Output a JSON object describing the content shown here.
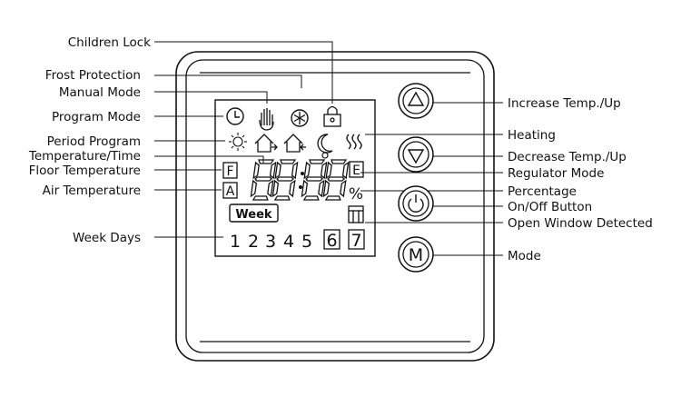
{
  "labels_left": {
    "children_lock": "Children Lock",
    "frost_protection": "Frost Protection",
    "manual_mode": "Manual Mode",
    "program_mode": "Program Mode",
    "period_program": "Period Program",
    "temperature_time": "Temperature/Time",
    "floor_temperature": "Floor Temperature",
    "air_temperature": "Air Temperature",
    "week_days": "Week Days"
  },
  "labels_right": {
    "increase_temp": "Increase Temp./Up",
    "heating": "Heating",
    "decrease_temp": "Decrease Temp./Up",
    "regulator_mode": "Regulator Mode",
    "percentage": "Percentage",
    "on_off_button": "On/Off Button",
    "open_window_detected": "Open Window Detected",
    "mode": "Mode"
  },
  "display": {
    "floor_letter": "F",
    "air_letter": "A",
    "regulator_letter": "E",
    "percent_symbol": "%",
    "week_badge": "Week",
    "mode_button_letter": "M",
    "week_days": [
      "1",
      "2",
      "3",
      "4",
      "5",
      "6",
      "7"
    ],
    "highlighted_days": [
      "6",
      "7"
    ]
  },
  "colors": {
    "ink": "#111111",
    "background": "#ffffff"
  }
}
